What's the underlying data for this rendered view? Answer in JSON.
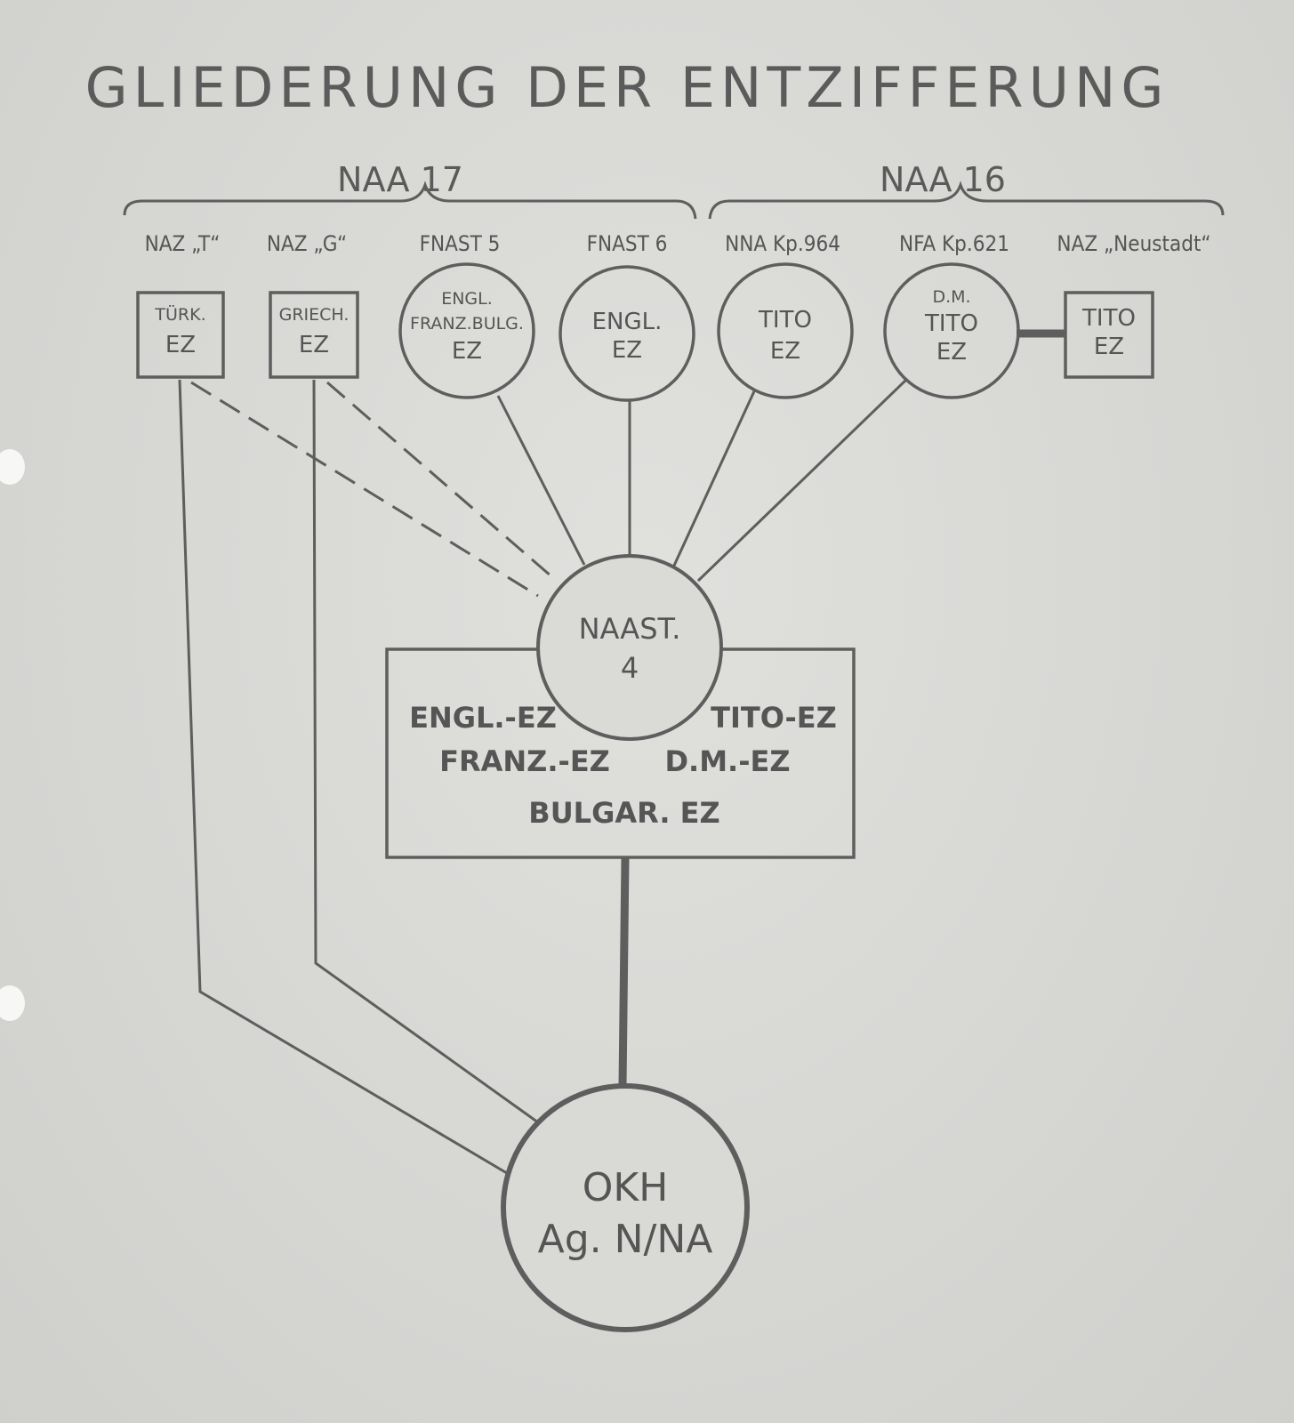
{
  "title": "GLIEDERUNG DER ENTZIFFERUNG",
  "groups": {
    "naa17": "NAA 17",
    "naa16": "NAA 16"
  },
  "units": {
    "naz_t": "NAZ „T“",
    "naz_g": "NAZ „G“",
    "fnast5": "FNAST 5",
    "fnast6": "FNAST 6",
    "nna": "NNA Kp.964",
    "nfa": "NFA Kp.621",
    "naz_neustadt": "NAZ „Neustadt“"
  },
  "nodes": {
    "turk": [
      "TÜRK.",
      "EZ"
    ],
    "griech": [
      "GRIECH.",
      "EZ"
    ],
    "fnast5": [
      "ENGL.",
      "FRANZ.BULG.",
      "EZ"
    ],
    "fnast6": [
      "ENGL.",
      "EZ"
    ],
    "nna": [
      "TITO",
      "EZ"
    ],
    "nfa": [
      "D.M.",
      "TITO",
      "EZ"
    ],
    "neustadt": [
      "TITO",
      "EZ"
    ]
  },
  "central": {
    "line1": "NAAST.",
    "line2": "4"
  },
  "central_box": {
    "engl": "ENGL.-EZ",
    "tito": "TITO-EZ",
    "franz": "FRANZ.-EZ",
    "dm": "D.M.-EZ",
    "bulgar": "BULGAR. EZ"
  },
  "okh": {
    "line1": "OKH",
    "line2": "Ag. N/NA"
  },
  "colors": {
    "ink": "#5e5e5e",
    "paper": "#d9d9d6"
  }
}
